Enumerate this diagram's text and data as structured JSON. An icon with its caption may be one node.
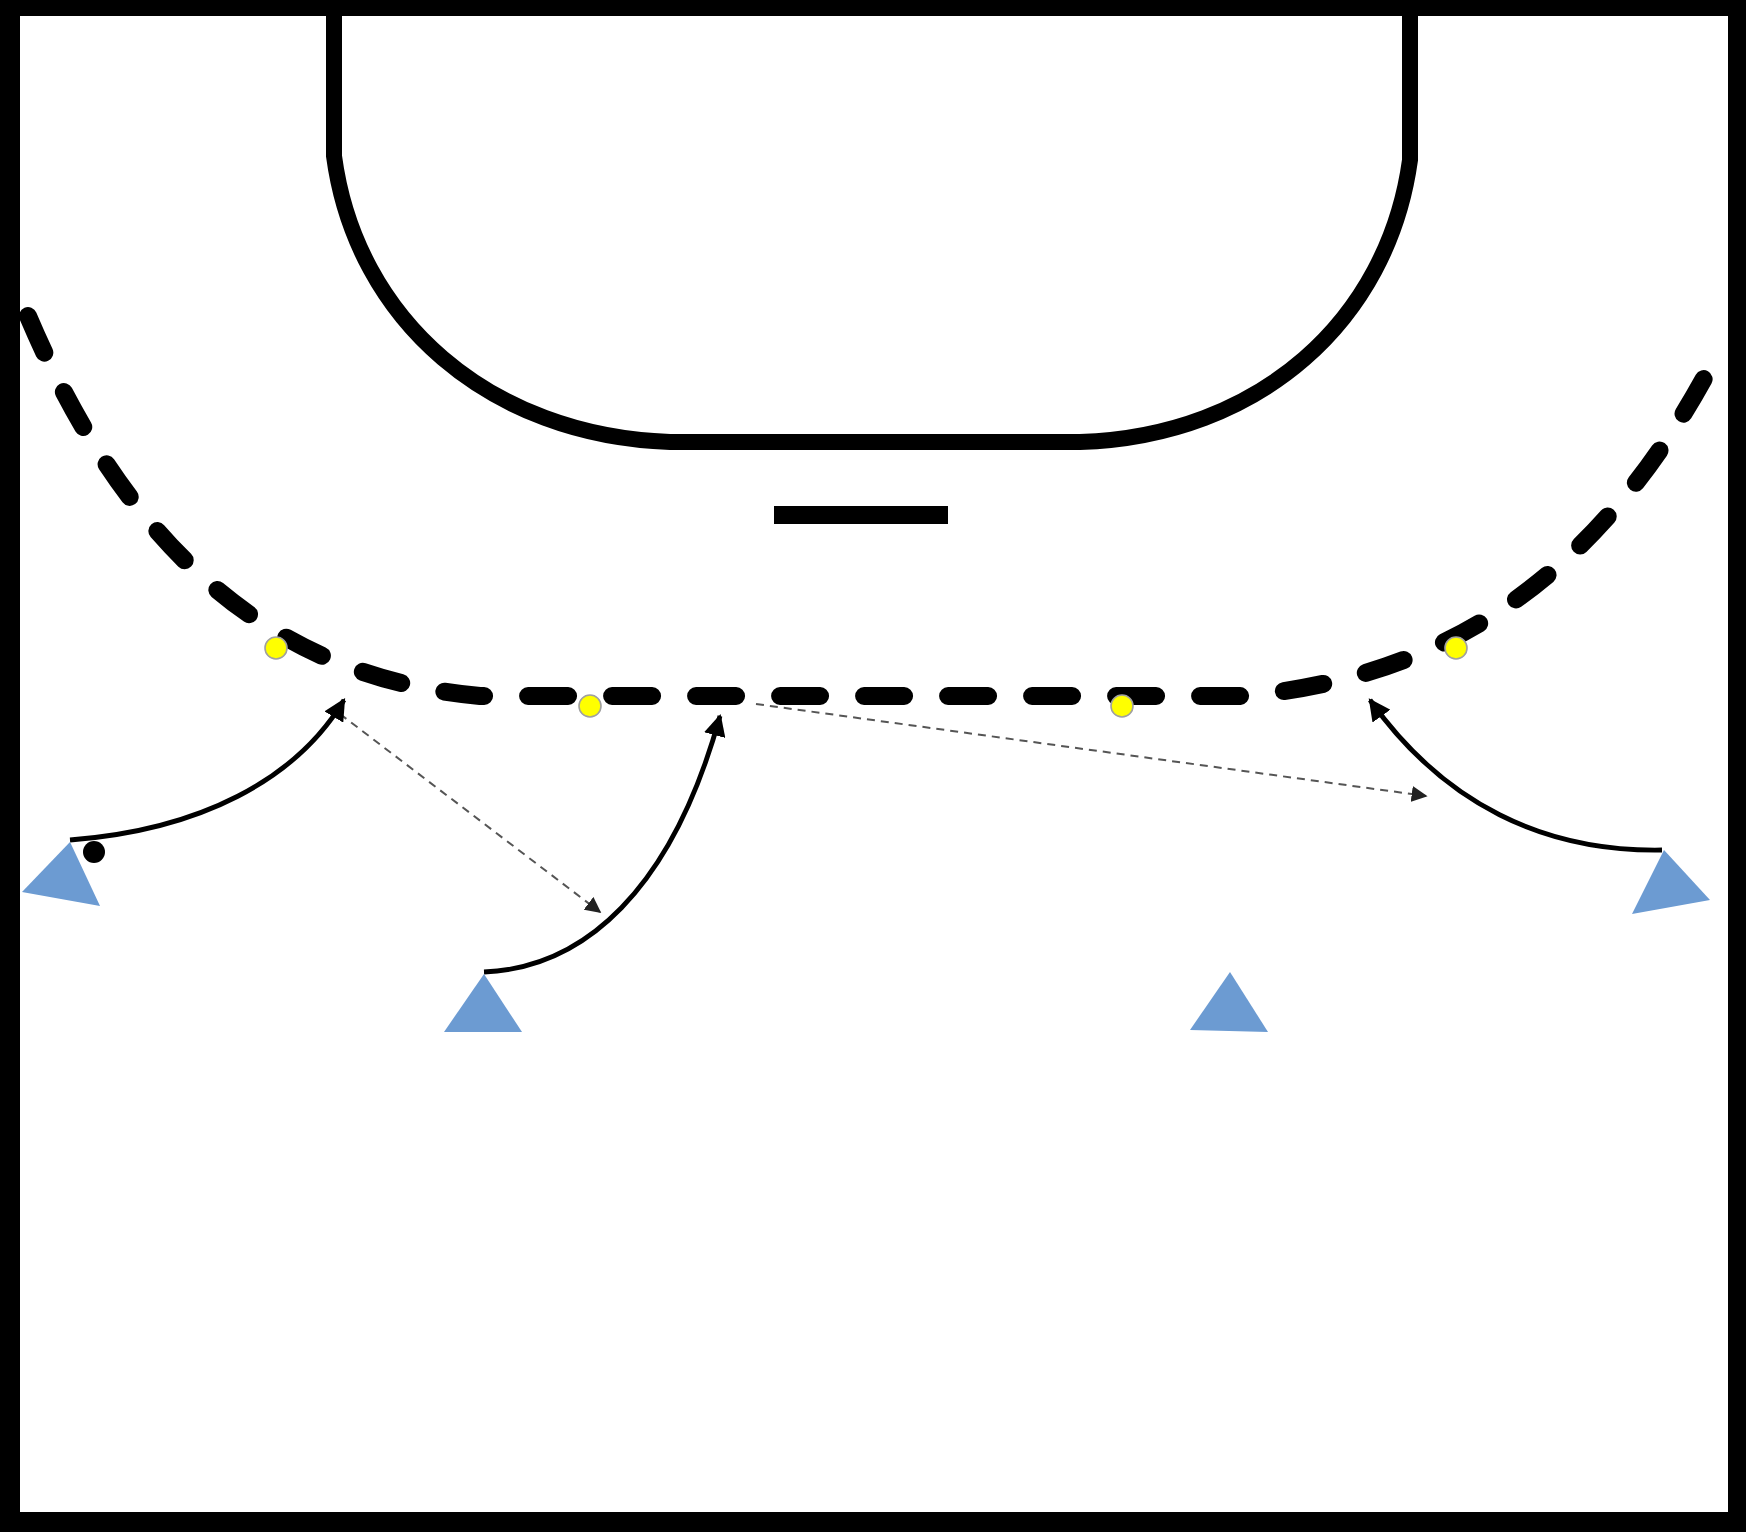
{
  "diagram": {
    "nodes": [
      {
        "text": [],
        "shape": "triangle"
      },
      {
        "text": [],
        "shape": "triangle"
      },
      {
        "text": [],
        "shape": "triangle"
      },
      {
        "text": [],
        "shape": "triangle"
      }
    ],
    "edges": [
      {
        "from": 0,
        "to": null,
        "arrow": "to"
      },
      {
        "from": 1,
        "to": null,
        "arrow": "to"
      },
      {
        "from": 3,
        "to": null,
        "arrow": "to"
      }
    ]
  }
}
